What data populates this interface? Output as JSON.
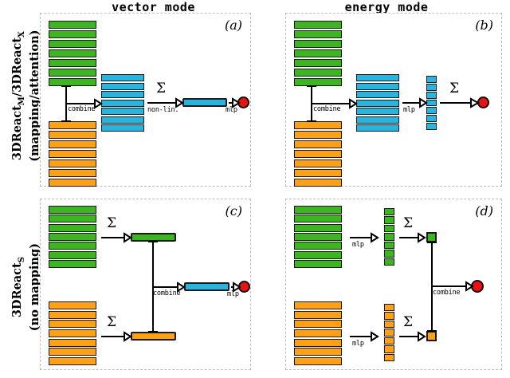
{
  "figure": {
    "column_titles": {
      "left": "vector mode",
      "right": "energy mode"
    },
    "row_labels": {
      "top_line1": "3DReact",
      "top_sub1": "M",
      "top_mid": "/3DReact",
      "top_sub2": "X",
      "top_line2": "(mapping/attention)",
      "bottom_line1": "3DReact",
      "bottom_sub1": "S",
      "bottom_line2": "(no mapping)"
    },
    "colors": {
      "green": "#3cb521",
      "orange": "#ffa117",
      "blue": "#27b5df",
      "red": "#ee1111",
      "outline": "#1a1a1a",
      "panel_border": "#bdbdbd"
    }
  },
  "panels": [
    {
      "id": "a",
      "tag": "(a)",
      "mode": "vector mode",
      "row": "3DReact_M/3DReact_X (mapping/attention)",
      "annotations": {
        "combine": "combine",
        "nonlin": "non-lin.",
        "mlp": "mlp",
        "sigma": "Σ"
      },
      "blocks": {
        "reactant_stack_count": 7,
        "product_stack_count": 7,
        "combined_stack_count": 7,
        "output_bar": "vector",
        "output_node": "red-circle"
      }
    },
    {
      "id": "b",
      "tag": "(b)",
      "mode": "energy mode",
      "row": "3DReact_M/3DReact_X (mapping/attention)",
      "annotations": {
        "combine": "combine",
        "mlp": "mlp",
        "sigma": "Σ"
      },
      "blocks": {
        "reactant_stack_count": 7,
        "product_stack_count": 7,
        "combined_stack_count": 7,
        "scalar_column_count": 7,
        "output_node": "red-circle"
      }
    },
    {
      "id": "c",
      "tag": "(c)",
      "mode": "vector mode",
      "row": "3DReact_S (no mapping)",
      "annotations": {
        "sigma_top": "Σ",
        "sigma_bottom": "Σ",
        "combine": "combine",
        "mlp": "mlp"
      },
      "blocks": {
        "reactant_stack_count": 7,
        "product_stack_count": 7,
        "pooled_green_bar": "vector",
        "pooled_orange_bar": "vector",
        "combined_bar": "vector",
        "output_node": "red-circle"
      }
    },
    {
      "id": "d",
      "tag": "(d)",
      "mode": "energy mode",
      "row": "3DReact_S (no mapping)",
      "annotations": {
        "mlp_top": "mlp",
        "mlp_bottom": "mlp",
        "sigma_top": "Σ",
        "sigma_bottom": "Σ",
        "combine": "combine"
      },
      "blocks": {
        "reactant_stack_count": 7,
        "product_stack_count": 7,
        "green_scalar_column_count": 7,
        "orange_scalar_column_count": 7,
        "green_scalar": "scalar",
        "orange_scalar": "scalar",
        "output_node": "red-circle"
      }
    }
  ]
}
